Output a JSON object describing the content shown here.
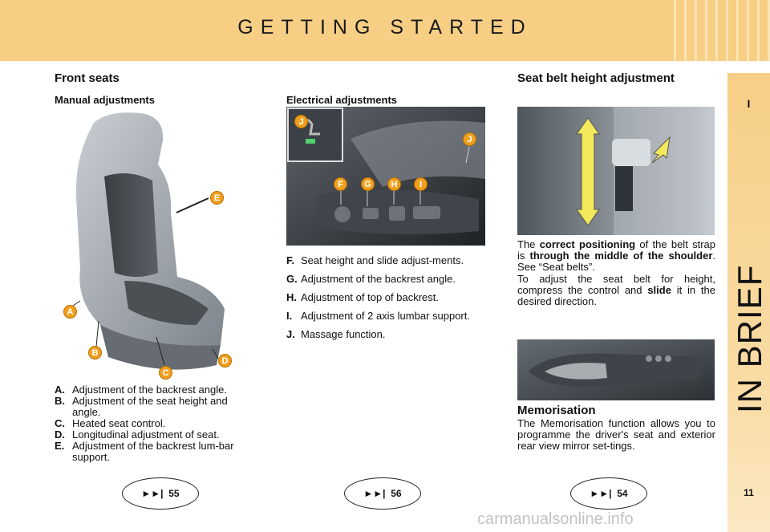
{
  "header": {
    "title": "GETTING STARTED"
  },
  "side_tab": {
    "roman": "I",
    "label": "IN BRIEF",
    "page_number": "11"
  },
  "front_seats": {
    "title": "Front seats",
    "manual_title": "Manual adjustments",
    "callouts": [
      "A",
      "B",
      "C",
      "D",
      "E"
    ],
    "items": [
      {
        "key": "A.",
        "text": "Adjustment of the backrest angle."
      },
      {
        "key": "B.",
        "text": "Adjustment of the seat height and angle."
      },
      {
        "key": "C.",
        "text": "Heated seat control."
      },
      {
        "key": "D.",
        "text": "Longitudinal adjustment of seat."
      },
      {
        "key": "E.",
        "text": "Adjustment of the backrest lum-bar support."
      }
    ],
    "page_ref": "55"
  },
  "electrical": {
    "title": "Electrical adjustments",
    "callouts": [
      "J",
      "J",
      "F",
      "G",
      "H",
      "I"
    ],
    "items": [
      {
        "key": "F.",
        "text": "Seat height and slide adjust-ments."
      },
      {
        "key": "G.",
        "text": "Adjustment of the backrest angle."
      },
      {
        "key": "H.",
        "text": "Adjustment of top of backrest."
      },
      {
        "key": "I.",
        "text": "Adjustment of 2 axis lumbar support."
      },
      {
        "key": "J.",
        "text": "Massage function."
      }
    ],
    "page_ref": "56"
  },
  "seat_belt": {
    "title": "Seat belt height adjustment",
    "p1_a": "The ",
    "p1_b": "correct positioning",
    "p1_c": " of the belt strap is ",
    "p1_d": "through the middle of the shoulder",
    "p1_e": ". See “Seat belts”.",
    "p2_a": "To adjust the seat belt for height, compress the control and ",
    "p2_b": "slide",
    "p2_c": " it in the desired direction."
  },
  "memorisation": {
    "title": "Memorisation",
    "text": "The Memorisation function allows you to programme the driver's seat and exterior rear view mirror set-tings.",
    "page_ref": "54"
  },
  "page_ref_icon": "fast-forward-icon",
  "watermark": "carmanualsonline.info",
  "colors": {
    "header": "#f6cf85",
    "callout": "#f0a020"
  }
}
